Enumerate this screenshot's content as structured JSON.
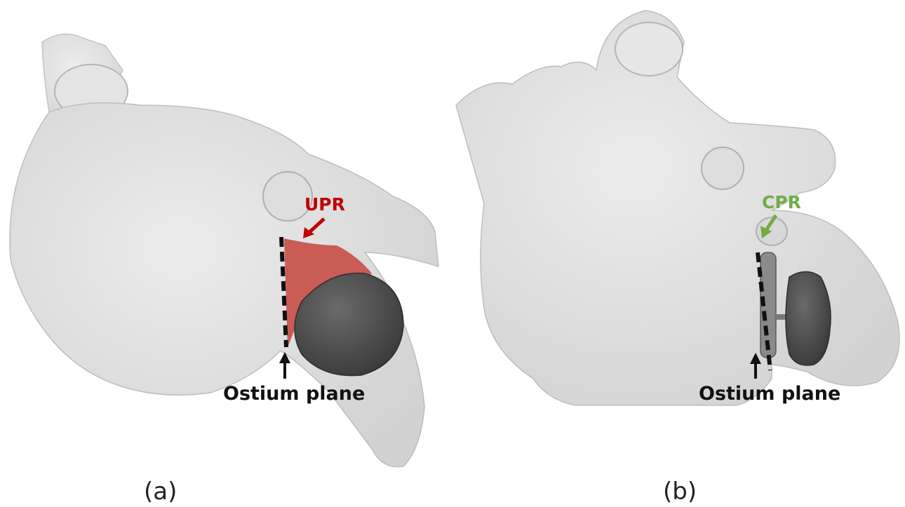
{
  "panels": [
    {
      "caption": "(a)",
      "callout": {
        "text": "UPR",
        "color": "#c00000"
      },
      "plane_label": "Ostium plane",
      "occluder_color": "#4a4a4a",
      "gap_region_color": "#c8504a"
    },
    {
      "caption": "(b)",
      "callout": {
        "text": "CPR",
        "color": "#70ad47"
      },
      "plane_label": "Ostium plane",
      "occluder_color": "#4a4a4a"
    }
  ],
  "colors": {
    "tissue_fill": "#dcdcdc",
    "tissue_stroke": "#bdbdbd",
    "plane_line": "#111111",
    "arrow": "#111111"
  }
}
